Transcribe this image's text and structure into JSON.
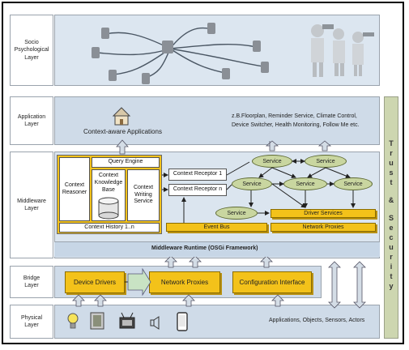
{
  "layers": {
    "socio": "Socio\nPsychological\nLayer",
    "application": "Application\nLayer",
    "middleware": "Middleware\nLayer",
    "bridge": "Bridge\nLayer",
    "physical": "Physical\nLayer"
  },
  "application": {
    "label": "Context-aware Applications",
    "examples_line1": "z.B.Floorplan, Reminder Service, Climate Control,",
    "examples_line2": "Device Switcher, Health Monitoring, Follow Me etc."
  },
  "middleware": {
    "query_engine": "Query Engine",
    "context_reasoner": "Context\nReasoner",
    "knowledge_base": "Context\nKnowledge\nBase",
    "writing_service": "Context\nWriting\nService",
    "context_history": "Context History 1..n",
    "receptor_1": "Context Receptor 1",
    "receptor_n": "Context Receptor n",
    "event_bus": "Event Bus",
    "driver_services": "Driver Services",
    "network_proxies": "Network Proxies",
    "service": "Service",
    "runtime": "Middleware Runtime (OSGi Framework)"
  },
  "bridge": {
    "device_drivers": "Device Drivers",
    "network_proxies": "Network Proxies",
    "configuration_interface": "Configuration Interface"
  },
  "physical": {
    "label": "Applications, Objects, Sensors, Actors"
  },
  "trust": [
    "T",
    "r",
    "u",
    "s",
    "t",
    "&",
    "S",
    "e",
    "c",
    "u",
    "r",
    "i",
    "t",
    "y"
  ],
  "colors": {
    "band": "#cfdbe8",
    "gold": "#f3c21a",
    "service": "#c9d6a0",
    "trust": "#cdd6b0"
  }
}
